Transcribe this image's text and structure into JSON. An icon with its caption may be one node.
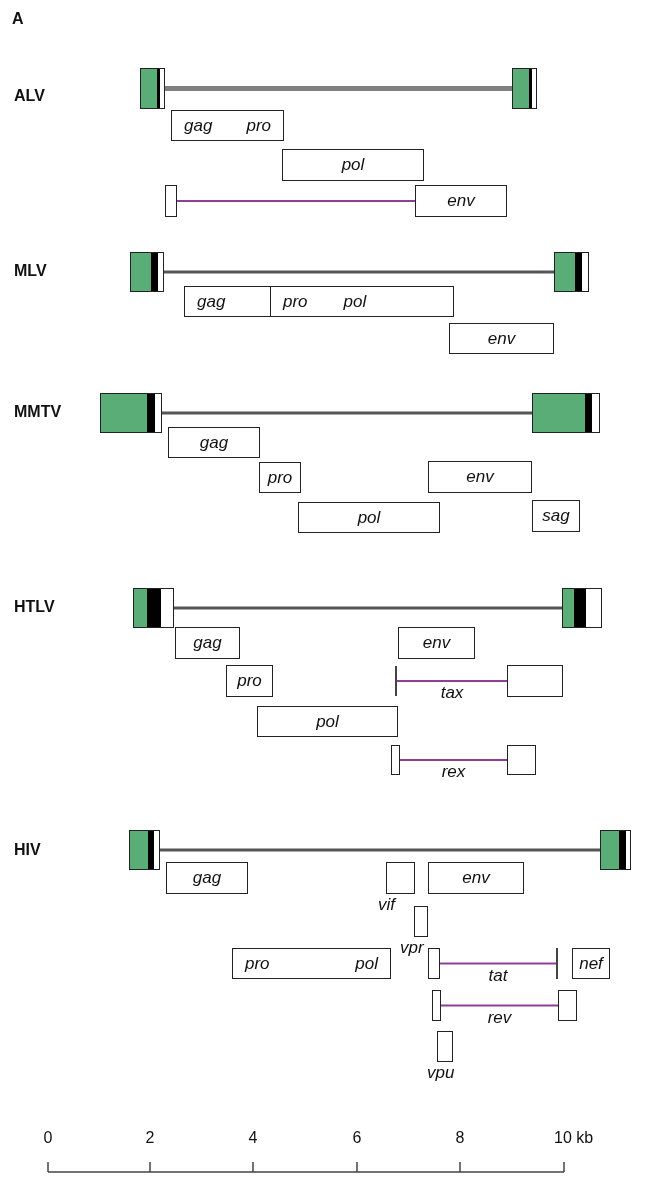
{
  "diagram": {
    "nodes": [
      {
        "text": [],
        "shape": "box"
      },
      {
        "text": [],
        "shape": "box"
      },
      {
        "text": [
          "gag",
          "pro"
        ]
      },
      {
        "text": [
          "pol"
        ]
      },
      {
        "text": [],
        "shape": "box"
      },
      {
        "text": [
          "env"
        ]
      },
      {
        "text": [],
        "shape": "box"
      },
      {
        "text": [],
        "shape": "box"
      },
      {
        "text": [
          "gag"
        ]
      },
      {
        "text": [
          "pro",
          "pol"
        ]
      },
      {
        "text": [
          "env"
        ]
      },
      {
        "text": [],
        "shape": "box"
      },
      {
        "text": [],
        "shape": "box"
      },
      {
        "text": [
          "gag"
        ]
      },
      {
        "text": [
          "pro"
        ]
      },
      {
        "text": [
          "env"
        ]
      },
      {
        "text": [
          "pol"
        ]
      },
      {
        "text": [
          "sag"
        ]
      },
      {
        "text": [],
        "shape": "box"
      },
      {
        "text": [],
        "shape": "box"
      },
      {
        "text": [
          "gag"
        ]
      },
      {
        "text": [
          "env"
        ]
      },
      {
        "text": [
          "pro"
        ]
      },
      {
        "text": [],
        "shape": "bar"
      },
      {
        "text": [],
        "shape": "box"
      },
      {
        "text": [
          "pol"
        ]
      },
      {
        "text": [],
        "shape": "box"
      },
      {
        "text": [],
        "shape": "box"
      },
      {
        "text": [],
        "shape": "box"
      },
      {
        "text": [],
        "shape": "box"
      },
      {
        "text": [
          "gag"
        ]
      },
      {
        "text": [
          "vif"
        ]
      },
      {
        "text": [
          "env"
        ]
      },
      {
        "text": [
          "vpr"
        ]
      },
      {
        "text": [
          "pro",
          "pol"
        ]
      },
      {
        "text": [],
        "shape": "box"
      },
      {
        "text": [],
        "shape": "bar"
      },
      {
        "text": [
          "nef"
        ]
      },
      {
        "text": [],
        "shape": "box"
      },
      {
        "text": [],
        "shape": "box"
      },
      {
        "text": [
          "vpu"
        ]
      }
    ],
    "edges": [
      {
        "from": 0,
        "to": 1,
        "arrow": "none",
        "style": "thick",
        "color": "#808080"
      },
      {
        "from": 4,
        "to": 5,
        "arrow": "none",
        "color": "#8e3f98"
      },
      {
        "from": 6,
        "to": 7,
        "arrow": "none"
      },
      {
        "from": 11,
        "to": 12,
        "arrow": "none"
      },
      {
        "from": 18,
        "to": 19,
        "arrow": "none"
      },
      {
        "from": 23,
        "to": 24,
        "arrow": "none",
        "label": "tax",
        "color": "#8e3f98"
      },
      {
        "from": 26,
        "to": 27,
        "arrow": "none",
        "label": "rex",
        "color": "#8e3f98"
      },
      {
        "from": 28,
        "to": 29,
        "arrow": "none"
      },
      {
        "from": 35,
        "to": 36,
        "arrow": "none",
        "label": "tat",
        "color": "#8e3f98"
      },
      {
        "from": 38,
        "to": 39,
        "arrow": "none",
        "label": "rev",
        "color": "#8e3f98"
      }
    ],
    "labels": [
      "A",
      "ALV",
      "MLV",
      "MMTV",
      "HTLV",
      "HIV",
      "0",
      "2",
      "4",
      "6",
      "8",
      "10 kb"
    ]
  }
}
